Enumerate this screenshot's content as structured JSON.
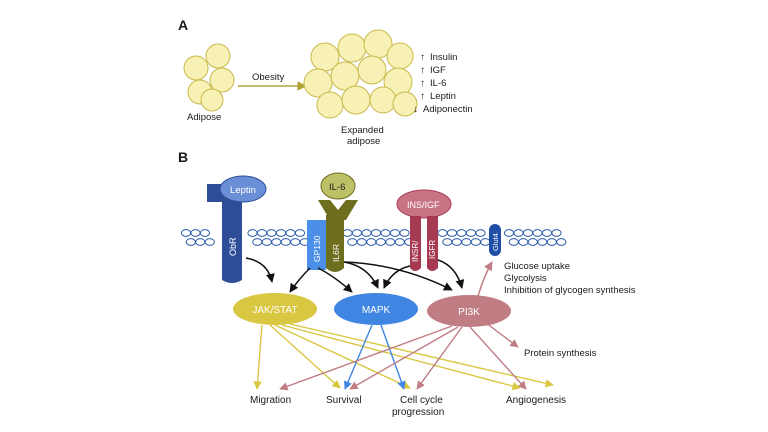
{
  "panel_a": {
    "label": "A",
    "adipose": "Adipose",
    "arrow_label": "Obesity",
    "expanded_line1": "Expanded",
    "expanded_line2": "adipose",
    "factors": [
      {
        "dir": "up",
        "label": "Insulin"
      },
      {
        "dir": "up",
        "label": "IGF"
      },
      {
        "dir": "up",
        "label": "IL-6"
      },
      {
        "dir": "up",
        "label": "Leptin"
      },
      {
        "dir": "down",
        "label": "Adiponectin"
      }
    ]
  },
  "panel_b": {
    "label": "B",
    "receptors": {
      "leptin": "Leptin",
      "obr": "ObR",
      "il6": "IL-6",
      "gp130": "GP130",
      "il6r": "IL6R",
      "insigf": "INS/IGF",
      "insr": "INSR/",
      "igfr": "IGFR",
      "glut4": "Glut4"
    },
    "pathways": {
      "jak": "JAK/STAT",
      "mapk": "MAPK",
      "pi3k": "PI3K"
    },
    "glut_effects": [
      "Glucose uptake",
      "Glycolysis",
      "Inhibition of glycogen synthesis"
    ],
    "protein_synthesis": "Protein synthesis",
    "outcomes": {
      "migration": "Migration",
      "survival": "Survival",
      "cellcycle_line1": "Cell cycle",
      "cellcycle_line2": "progression",
      "angiogenesis": "Angiogenesis"
    },
    "colors": {
      "jak": "#d9c742",
      "mapk": "#3f86e3",
      "pi3k": "#c07d84",
      "obr": "#2d4e97",
      "il6": "#6e6e1f",
      "insr": "#a63a53",
      "glut4": "#1f4ea6",
      "membrane": "#2a5aa8"
    }
  }
}
